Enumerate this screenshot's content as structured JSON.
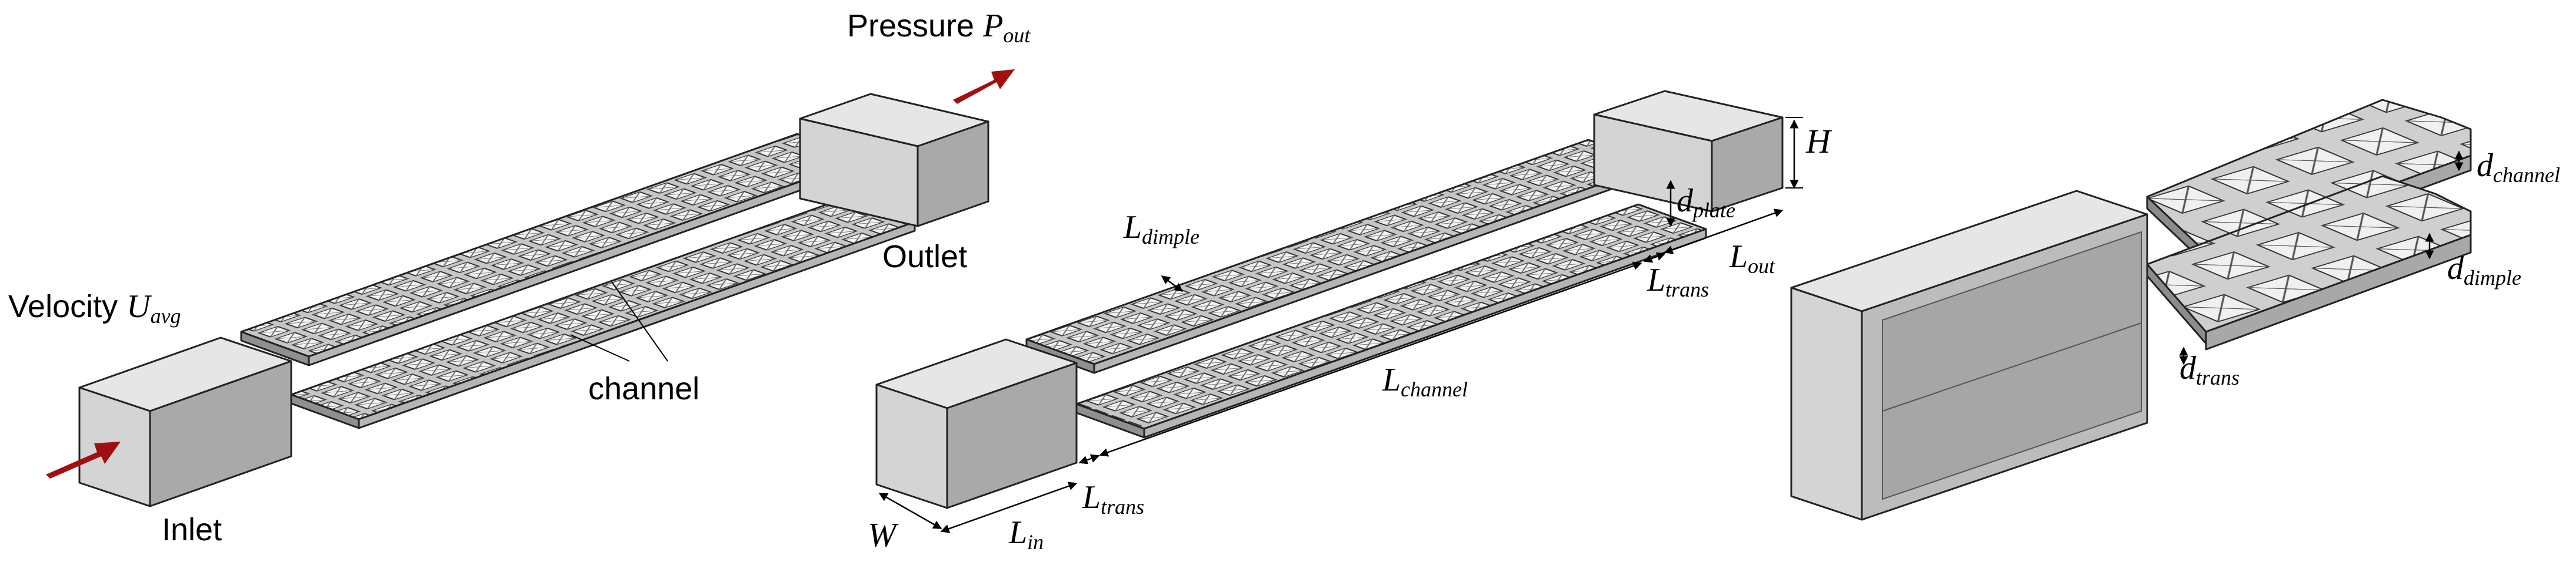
{
  "panel_left": {
    "label_pressure": "Pressure",
    "p_symbol": "P",
    "p_sub": "out",
    "label_outlet": "Outlet",
    "label_velocity": "Velocity",
    "u_symbol": "U",
    "u_sub": "avg",
    "label_channel": "channel",
    "label_inlet": "Inlet"
  },
  "panel_middle": {
    "h_label": "H",
    "dplate_main": "d",
    "dplate_sub": "plate",
    "lout_main": "L",
    "lout_sub": "out",
    "ltrans_top_main": "L",
    "ltrans_top_sub": "trans",
    "ldimple_main": "L",
    "ldimple_sub": "dimple",
    "lchannel_main": "L",
    "lchannel_sub": "channel",
    "ltrans_bottom_main": "L",
    "ltrans_bottom_sub": "trans",
    "w_label": "W",
    "lin_main": "L",
    "lin_sub": "in"
  },
  "panel_right": {
    "dchannel_main": "d",
    "dchannel_sub": "channel",
    "ddimple_main": "d",
    "ddimple_sub": "dimple",
    "dtrans_main": "d",
    "dtrans_sub": "trans"
  },
  "colors": {
    "box_front": "#d4d4d4",
    "box_top": "#e6e6e6",
    "box_side": "#a9a9a9",
    "plate": "#cfcfcf",
    "arrow": "#a01010"
  }
}
